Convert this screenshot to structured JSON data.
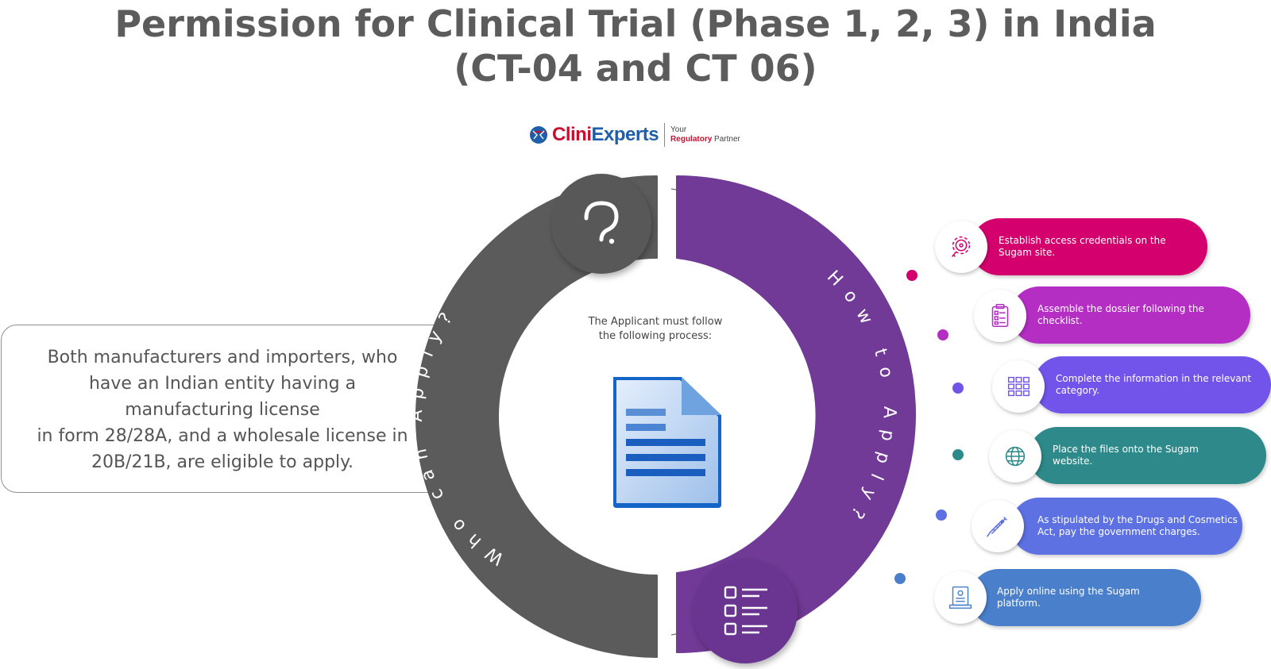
{
  "title": {
    "line1": "Permission for Clinical Trial (Phase 1, 2, 3) in India",
    "line2": "(CT-04 and CT 06)"
  },
  "logo": {
    "brand_part1": "Clini",
    "brand_part2": "Experts",
    "tagline_line1": "Your",
    "tagline_bold": "Regulatory",
    "tagline_rest": " Partner"
  },
  "who_can_apply": {
    "arc_label": "Who can Apply?",
    "description_lines": [
      "Both manufacturers and importers, who",
      "have an Indian entity having a",
      "manufacturing license",
      "in form 28/28A, and a wholesale license in",
      "20B/21B, are eligible to apply."
    ]
  },
  "how_to_apply": {
    "arc_label": "How to Apply?"
  },
  "center": {
    "caption_lines": [
      "The Applicant must follow",
      "the following process:"
    ]
  },
  "steps": [
    {
      "icon": "gear-key-icon",
      "color": "#d4006e",
      "lines": [
        "Establish access credentials on the",
        "Sugam site."
      ]
    },
    {
      "icon": "clipboard-checklist-icon",
      "color": "#b42ec4",
      "lines": [
        "Assemble the dossier following the",
        "checklist."
      ]
    },
    {
      "icon": "grid-icon",
      "color": "#7254ea",
      "lines": [
        "Complete the information in the relevant",
        "category."
      ]
    },
    {
      "icon": "globe-icon",
      "color": "#2e8a8a",
      "lines": [
        "Place the files onto the Sugam",
        "website."
      ]
    },
    {
      "icon": "syringe-icon",
      "color": "#5d71e2",
      "lines": [
        "As stipulated by the Drugs and Cosmetics",
        "Act, pay the government charges."
      ]
    },
    {
      "icon": "online-document-icon",
      "color": "#4a7fcc",
      "lines": [
        "Apply online using the Sugam",
        "platform."
      ]
    }
  ],
  "colors": {
    "left_arc": "#5b5b5b",
    "right_arc": "#703a96",
    "title": "#5c5c5c"
  }
}
